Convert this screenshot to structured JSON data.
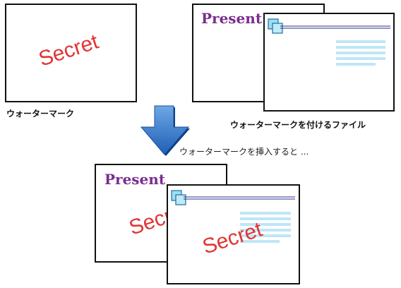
{
  "watermark": {
    "text": "Secret",
    "caption": "ウォーターマーク"
  },
  "target": {
    "title": "Present",
    "caption": "ウォーターマークを付けるファイル"
  },
  "result": {
    "title": "Present",
    "watermark_text": "Secret",
    "overlay_text": "Secret"
  },
  "arrow": {
    "note": "ウォーターマークを挿入すると ..."
  },
  "colors": {
    "watermark_red": "#e23434",
    "title_purple": "#7a2c8e",
    "arrow_blue": "#1e5fb4",
    "line_cyan": "#bfe6f5",
    "header_line": "#2a2f8a"
  }
}
